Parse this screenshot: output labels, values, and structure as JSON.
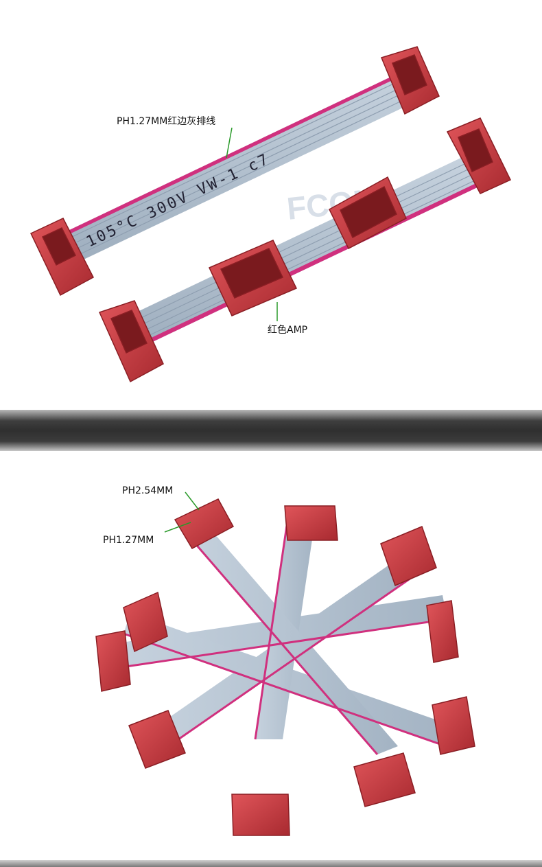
{
  "product_photo_top": {
    "callouts": {
      "grey_ribbon_label": "PH1.27MM红边灰排线",
      "amp_connector_label": "红色AMP"
    },
    "cable_print_text": "105°C 300V VW-1 c7",
    "watermark_text": "FCON",
    "colors": {
      "connector_red": "#c8383c",
      "ribbon_grey": "#aebccb",
      "edge_stripe": "#d0307e",
      "callout_line": "#2a9a2a"
    }
  },
  "divider": {
    "colors": {
      "band": "#333333"
    }
  },
  "product_photo_bottom": {
    "callouts": {
      "pitch_254_label": "PH2.54MM",
      "pitch_127_label": "PH1.27MM"
    }
  }
}
